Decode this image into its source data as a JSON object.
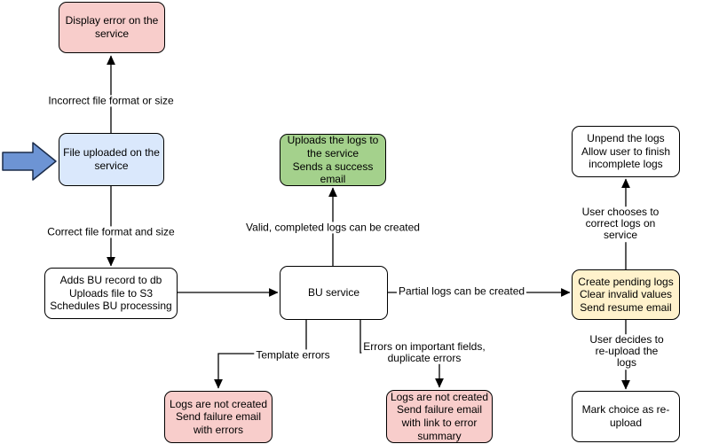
{
  "diagram": {
    "type": "flowchart",
    "background": "#FFFFFF",
    "colors": {
      "error_pink": "#F8CDCB",
      "input_blue": "#DAE8FC",
      "success_green": "#A4D18C",
      "pending_yellow": "#FFF2CC",
      "neutral_white": "#FFFFFF",
      "entry_arrow_fill": "#6D94D4",
      "line_black": "#000000"
    },
    "nodes": {
      "display_error": {
        "label": [
          "Display error on the",
          "service"
        ],
        "color": "error_pink"
      },
      "file_uploaded": {
        "label": [
          "File uploaded on the",
          "service"
        ],
        "color": "input_blue"
      },
      "adds_bu_record": {
        "label": [
          "Adds BU record to db",
          "Uploads file to S3",
          "Schedules BU processing"
        ],
        "color": "neutral_white"
      },
      "bu_service": {
        "label": [
          "BU service"
        ],
        "color": "neutral_white"
      },
      "uploads_logs": {
        "label": [
          "Uploads the logs to",
          "the service",
          "Sends a success",
          "email"
        ],
        "color": "success_green"
      },
      "unpend_logs": {
        "label": [
          "Unpend the logs",
          "Allow user to finish",
          "incomplete logs"
        ],
        "color": "neutral_white"
      },
      "create_pending": {
        "label": [
          "Create pending logs",
          "Clear invalid values",
          "Send resume email"
        ],
        "color": "pending_yellow"
      },
      "mark_reupload": {
        "label": [
          "Mark choice as re-",
          "upload"
        ],
        "color": "neutral_white"
      },
      "logs_not_created_errors": {
        "label": [
          "Logs are not created",
          "Send failure email",
          "with errors"
        ],
        "color": "error_pink"
      },
      "logs_not_created_summary": {
        "label": [
          "Logs are not created",
          "Send failure email",
          "with link to error",
          "summary"
        ],
        "color": "error_pink"
      }
    },
    "edge_labels": {
      "incorrect_format": "Incorrect file format or size",
      "correct_format": "Correct file format and size",
      "valid_completed": "Valid, completed logs can be created",
      "partial_logs": "Partial logs can be created",
      "user_chooses_correct": "User chooses to correct logs on service",
      "user_decides_reupload": "User decides to re-upload the logs",
      "template_errors": "Template errors",
      "errors_important_fields": [
        "Errors on important fields,",
        "duplicate errors"
      ]
    },
    "icons": {
      "entry_arrow": "thick-right-arrow"
    }
  }
}
